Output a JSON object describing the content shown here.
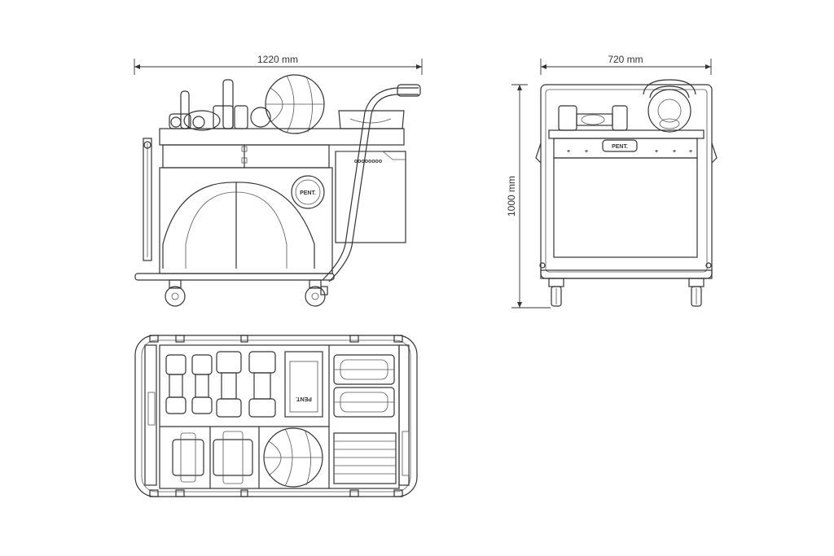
{
  "dimensions": {
    "width_side": "1220 mm",
    "width_front": "720 mm",
    "height_front": "1000 mm"
  },
  "labels": {
    "brand_side": "PENT.",
    "brand_front": "PENT.",
    "brand_top": "PENT."
  },
  "colors": {
    "line": "#333333",
    "background": "#ffffff"
  },
  "icons": [
    "caster-wheel-icon",
    "medicine-ball-icon",
    "kettlebell-icon",
    "dumbbell-icon",
    "weight-plate-icon"
  ]
}
